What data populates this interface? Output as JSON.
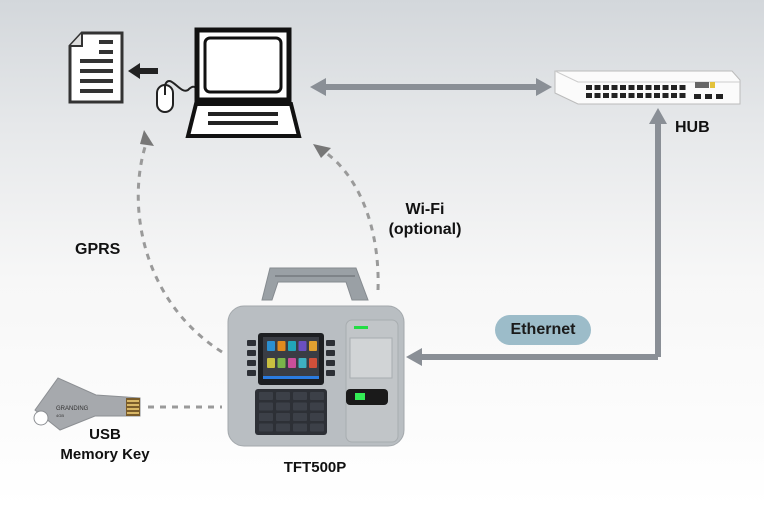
{
  "labels": {
    "hub": "HUB",
    "wifi_line1": "Wi-Fi",
    "wifi_line2": "(optional)",
    "gprs": "GPRS",
    "ethernet": "Ethernet",
    "usb_line1": "USB",
    "usb_line2": "Memory Key",
    "device": "TFT500P"
  },
  "usb_key": {
    "brand": "GRANDING",
    "capacity": "4GB"
  },
  "device": {
    "menu_icons": [
      "User",
      "Dept",
      "Shift",
      "Comm",
      "Attend",
      "Report",
      "Setting",
      "Data",
      "Test",
      "Info"
    ],
    "keypad": [
      "1",
      "2ABC",
      "3DEF",
      "ESC",
      "4GHI",
      "5JKL",
      "6MNO",
      "▲",
      "7PQRS",
      "8TUV",
      "9WXYZ",
      "▼",
      "*/·",
      "0/$",
      "#/✓",
      "OK"
    ]
  },
  "colors": {
    "arrow": "#8a8f96",
    "dashed": "#9a9a9a",
    "ethernet_pill": "#9cbcc9",
    "led": "#22dd44"
  }
}
